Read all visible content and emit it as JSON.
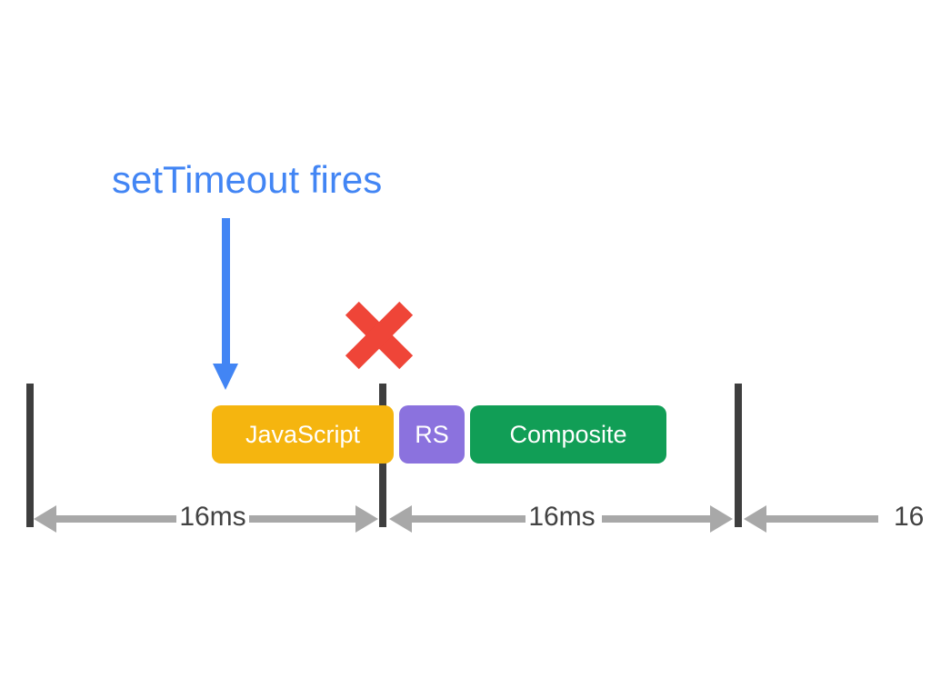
{
  "diagram": {
    "annotation": {
      "label": "setTimeout fires",
      "color": "#4285F4"
    },
    "error_marker": {
      "icon": "red-x-icon",
      "color": "#EF4538",
      "meaning_position": "at frame boundary between frame 1 and frame 2"
    },
    "task_blocks": [
      {
        "label": "JavaScript",
        "color": "#F5B50F",
        "text_color": "#FFFFFF"
      },
      {
        "label": "RS",
        "color": "#8B72DE",
        "text_color": "#FFFFFF"
      },
      {
        "label": "Composite",
        "color": "#119E56",
        "text_color": "#FFFFFF"
      }
    ],
    "timeline": {
      "frame_boundary_color": "#3E3E3E",
      "arrow_color": "#A8A8A8",
      "label_color": "#424242",
      "intervals": [
        {
          "label": "16ms"
        },
        {
          "label": "16ms"
        },
        {
          "label": "16",
          "note_visible_text_only": "clipped at right edge of image"
        }
      ]
    }
  }
}
